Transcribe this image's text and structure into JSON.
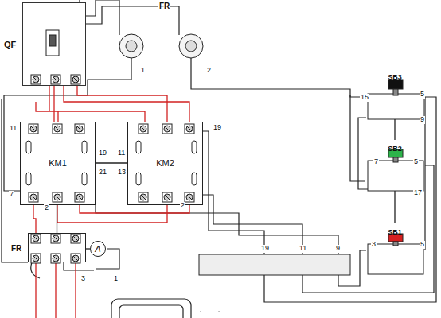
{
  "diagram": {
    "nodes": [
      {
        "text": [
          "QF"
        ]
      },
      {
        "text": [
          "KM1"
        ]
      },
      {
        "text": [
          "KM2"
        ]
      },
      {
        "text": [
          "SB3"
        ]
      },
      {
        "text": [
          "SB2"
        ]
      },
      {
        "text": [
          "SB1"
        ]
      },
      {
        "text": [
          "FR"
        ]
      },
      {
        "text": [
          "A"
        ]
      }
    ],
    "edges": [
      {
        "from": 0,
        "to": 1,
        "arrow": "none"
      },
      {
        "from": 1,
        "to": 2,
        "arrow": "none"
      },
      {
        "from": 1,
        "to": 6,
        "arrow": "none"
      },
      {
        "from": 6,
        "to": 7,
        "arrow": "none"
      },
      {
        "from": 3,
        "to": 4,
        "arrow": "none"
      },
      {
        "from": 4,
        "to": 5,
        "arrow": "none"
      }
    ],
    "labels": [
      "FR",
      "1",
      "2",
      "15",
      "5",
      "9",
      "11",
      "19",
      "19",
      "11",
      "21",
      "13",
      "7",
      "5",
      "17",
      "7",
      "2",
      "2",
      "3",
      "5",
      "19",
      "11",
      "9",
      "3",
      "1"
    ]
  }
}
